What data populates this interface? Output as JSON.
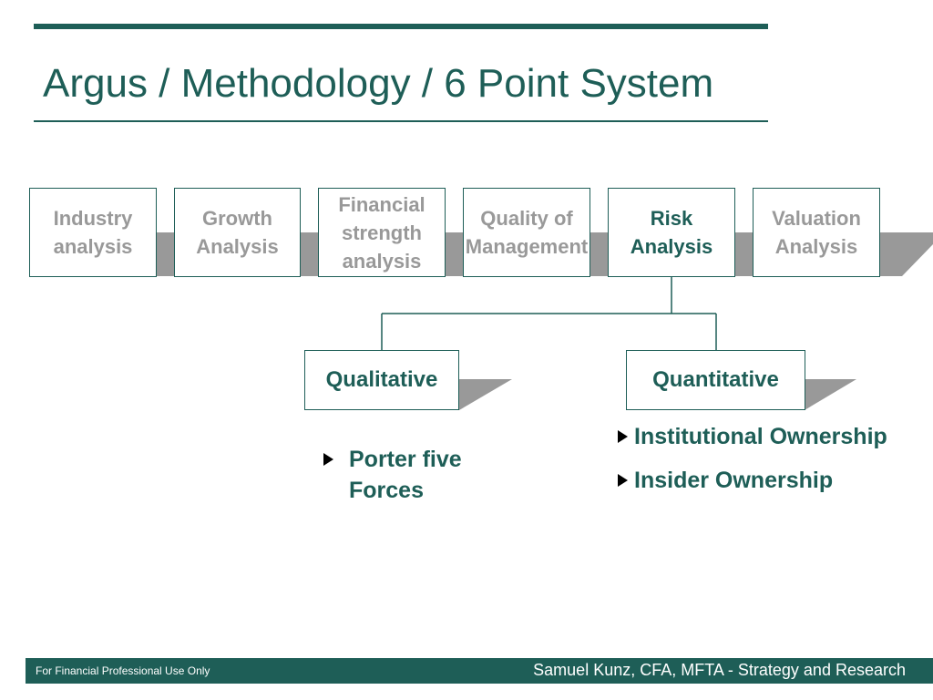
{
  "slide": {
    "title": "Argus / Methodology / 6 Point System"
  },
  "steps": [
    {
      "label": "Industry\nanalysis",
      "active": false
    },
    {
      "label": "Growth\nAnalysis",
      "active": false
    },
    {
      "label": "Financial\nstrength\nanalysis",
      "active": false
    },
    {
      "label": "Quality of\nManagement",
      "active": false
    },
    {
      "label": "Risk\nAnalysis",
      "active": true
    },
    {
      "label": "Valuation\nAnalysis",
      "active": false
    }
  ],
  "branches": {
    "qualitative": {
      "label": "Qualitative",
      "bullets": [
        "Porter five Forces"
      ]
    },
    "quantitative": {
      "label": "Quantitative",
      "bullets": [
        "Institutional Ownership",
        "Insider Ownership"
      ]
    }
  },
  "footer": {
    "left": "For Financial Professional Use Only",
    "right": "Samuel Kunz, CFA, MFTA - Strategy and Research"
  },
  "colors": {
    "accent": "#1e5e57",
    "inactive_text": "#999999",
    "band": "#999999"
  }
}
